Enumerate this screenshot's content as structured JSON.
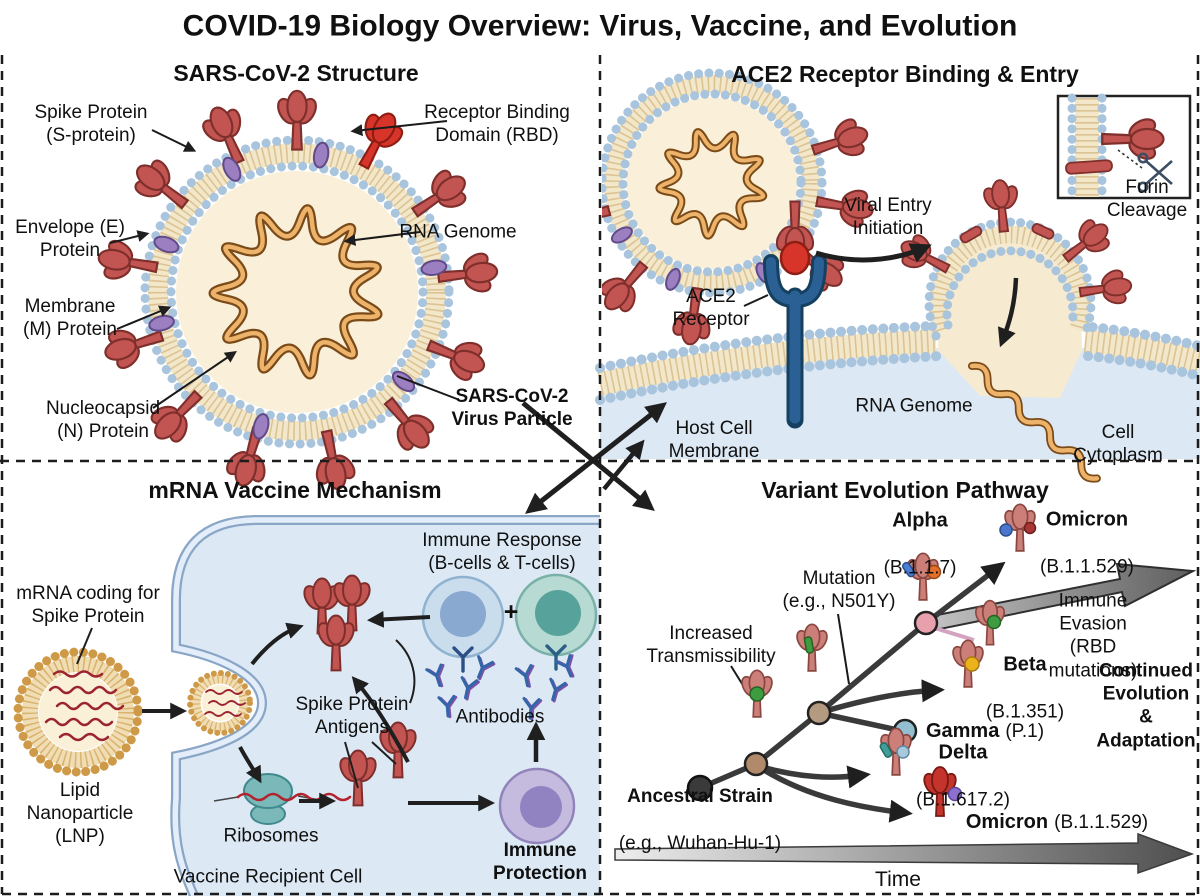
{
  "title": "COVID-19 Biology Overview: Virus, Vaccine, and Evolution",
  "panels": {
    "structure": {
      "title": "SARS-CoV-2 Structure",
      "labels": {
        "spike": "Spike Protein\n(S-protein)",
        "rbd": "Receptor Binding\nDomain (RBD)",
        "envelope": "Envelope (E)\nProtein",
        "membrane": "Membrane\n(M) Protein",
        "nucleocapsid": "Nucleocapsid\n(N) Protein",
        "rna": "RNA Genome",
        "particle": "SARS-CoV-2\nVirus Particle"
      }
    },
    "entry": {
      "title": "ACE2 Receptor Binding & Entry",
      "labels": {
        "viral_entry": "Viral Entry\nInitiation",
        "furin": "Furin\nCleavage",
        "ace2": "ACE2\nReceptor",
        "rna": "RNA Genome",
        "host_membrane": "Host Cell\nMembrane",
        "cytoplasm": "Cell Cytoplasm"
      }
    },
    "vaccine": {
      "title": "mRNA Vaccine Mechanism",
      "labels": {
        "mrna": "mRNA coding for\nSpike Protein",
        "lnp": "Lipid\nNanoparticle\n(LNP)",
        "ribosomes": "Ribosomes",
        "antigens": "Spike Protein\nAntigens",
        "immune_response": "Immune Response\n(B-cells & T-cells)",
        "plus": "+",
        "antibodies": "Antibodies",
        "protection": "Immune\nProtection",
        "recipient_cell": "Vaccine Recipient Cell"
      }
    },
    "evolution": {
      "title": "Variant Evolution Pathway",
      "labels": {
        "increased": "Increased\nTransmissibility",
        "mutation": "Mutation\n(e.g., N501Y)",
        "immune_evasion": "Immune Evasion\n(RBD mutations)",
        "continued": "Continued\nEvolution &\nAdaptation",
        "ancestral_name": "Ancestral Strain",
        "ancestral_detail": "(e.g., Wuhan-Hu-1)",
        "time": "Time"
      },
      "variants": [
        {
          "name": "Alpha",
          "lineage": "(B.1.1.7)"
        },
        {
          "name": "Omicron",
          "lineage": "(B.1.1.529)"
        },
        {
          "name": "Beta",
          "lineage": "(B.1.351)"
        },
        {
          "name": "Gamma",
          "lineage": "(P.1)"
        },
        {
          "name": "Delta",
          "lineage": "(B.1.617.2)"
        },
        {
          "name": "Omicron",
          "lineage": "(B.1.1.529)"
        }
      ]
    }
  },
  "colors": {
    "spike_red": "#c25551",
    "rbd_red": "#d8352a",
    "membrane_tan": "#f3e7ca",
    "bead_blue": "#a9c4dd",
    "protein_purple": "#9b7fc0",
    "rna_orange": "#eeb36b",
    "mrna_red": "#9c2430",
    "cell_fill": "#dce9f5",
    "ace2_blue": "#2a6093",
    "b_cell": "#cadded",
    "t_cell": "#b7dad2",
    "plasma_cell": "#c5bbdf",
    "lnp_gold": "#cf9a47",
    "node_pink": "#e8a0ad",
    "node_blue": "#93bfd1",
    "arrow_dark": "#1f1f1f"
  }
}
